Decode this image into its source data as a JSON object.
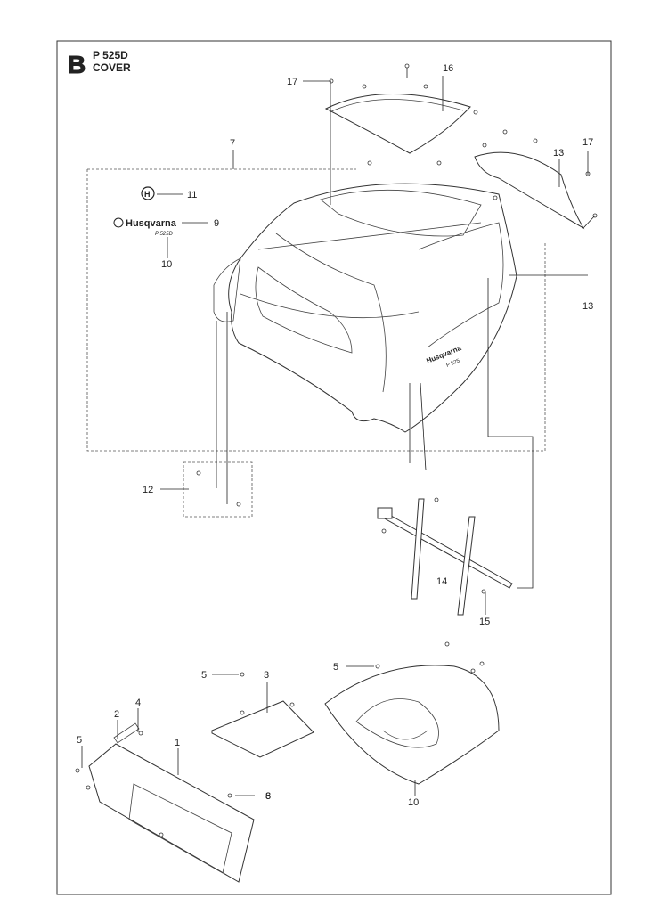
{
  "header": {
    "section_letter": "B",
    "model": "P 525D",
    "title": "COVER"
  },
  "callouts": {
    "c1": "1",
    "c2": "2",
    "c3": "3",
    "c4": "4",
    "c5a": "5",
    "c5b": "5",
    "c5c": "5",
    "c6": "6",
    "c7": "7",
    "c8": "8",
    "c9": "9",
    "c10a": "10",
    "c10b": "10",
    "c11": "11",
    "c12": "12",
    "c13a": "13",
    "c13b": "13",
    "c14": "14",
    "c15": "15",
    "c16": "16",
    "c17a": "17",
    "c17b": "17"
  },
  "decals": {
    "brand": "Husqvarna",
    "model_small": "P 525D",
    "hood_brand": "Husqvarna",
    "hood_model": "P 525"
  }
}
